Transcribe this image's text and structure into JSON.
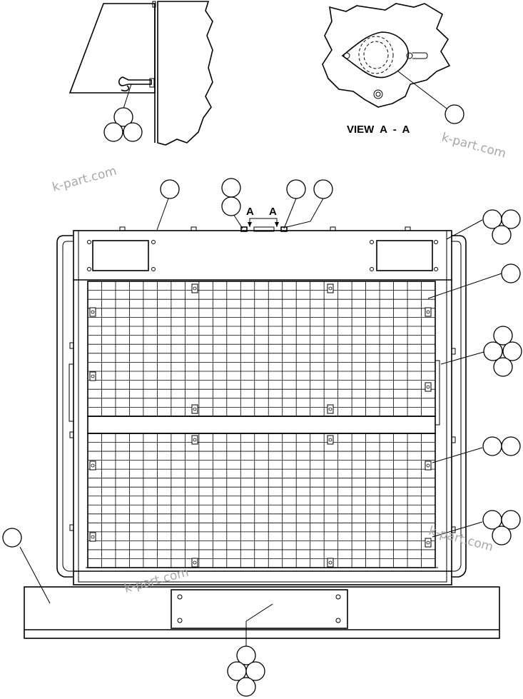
{
  "labels": {
    "view_title": "VIEW  A  -  A",
    "section_marker_left": "A",
    "section_marker_right": "A"
  },
  "watermark": {
    "text": "k-part.com",
    "color": "#a8a8a8"
  },
  "colors": {
    "line": "#000000",
    "background": "#ffffff"
  }
}
